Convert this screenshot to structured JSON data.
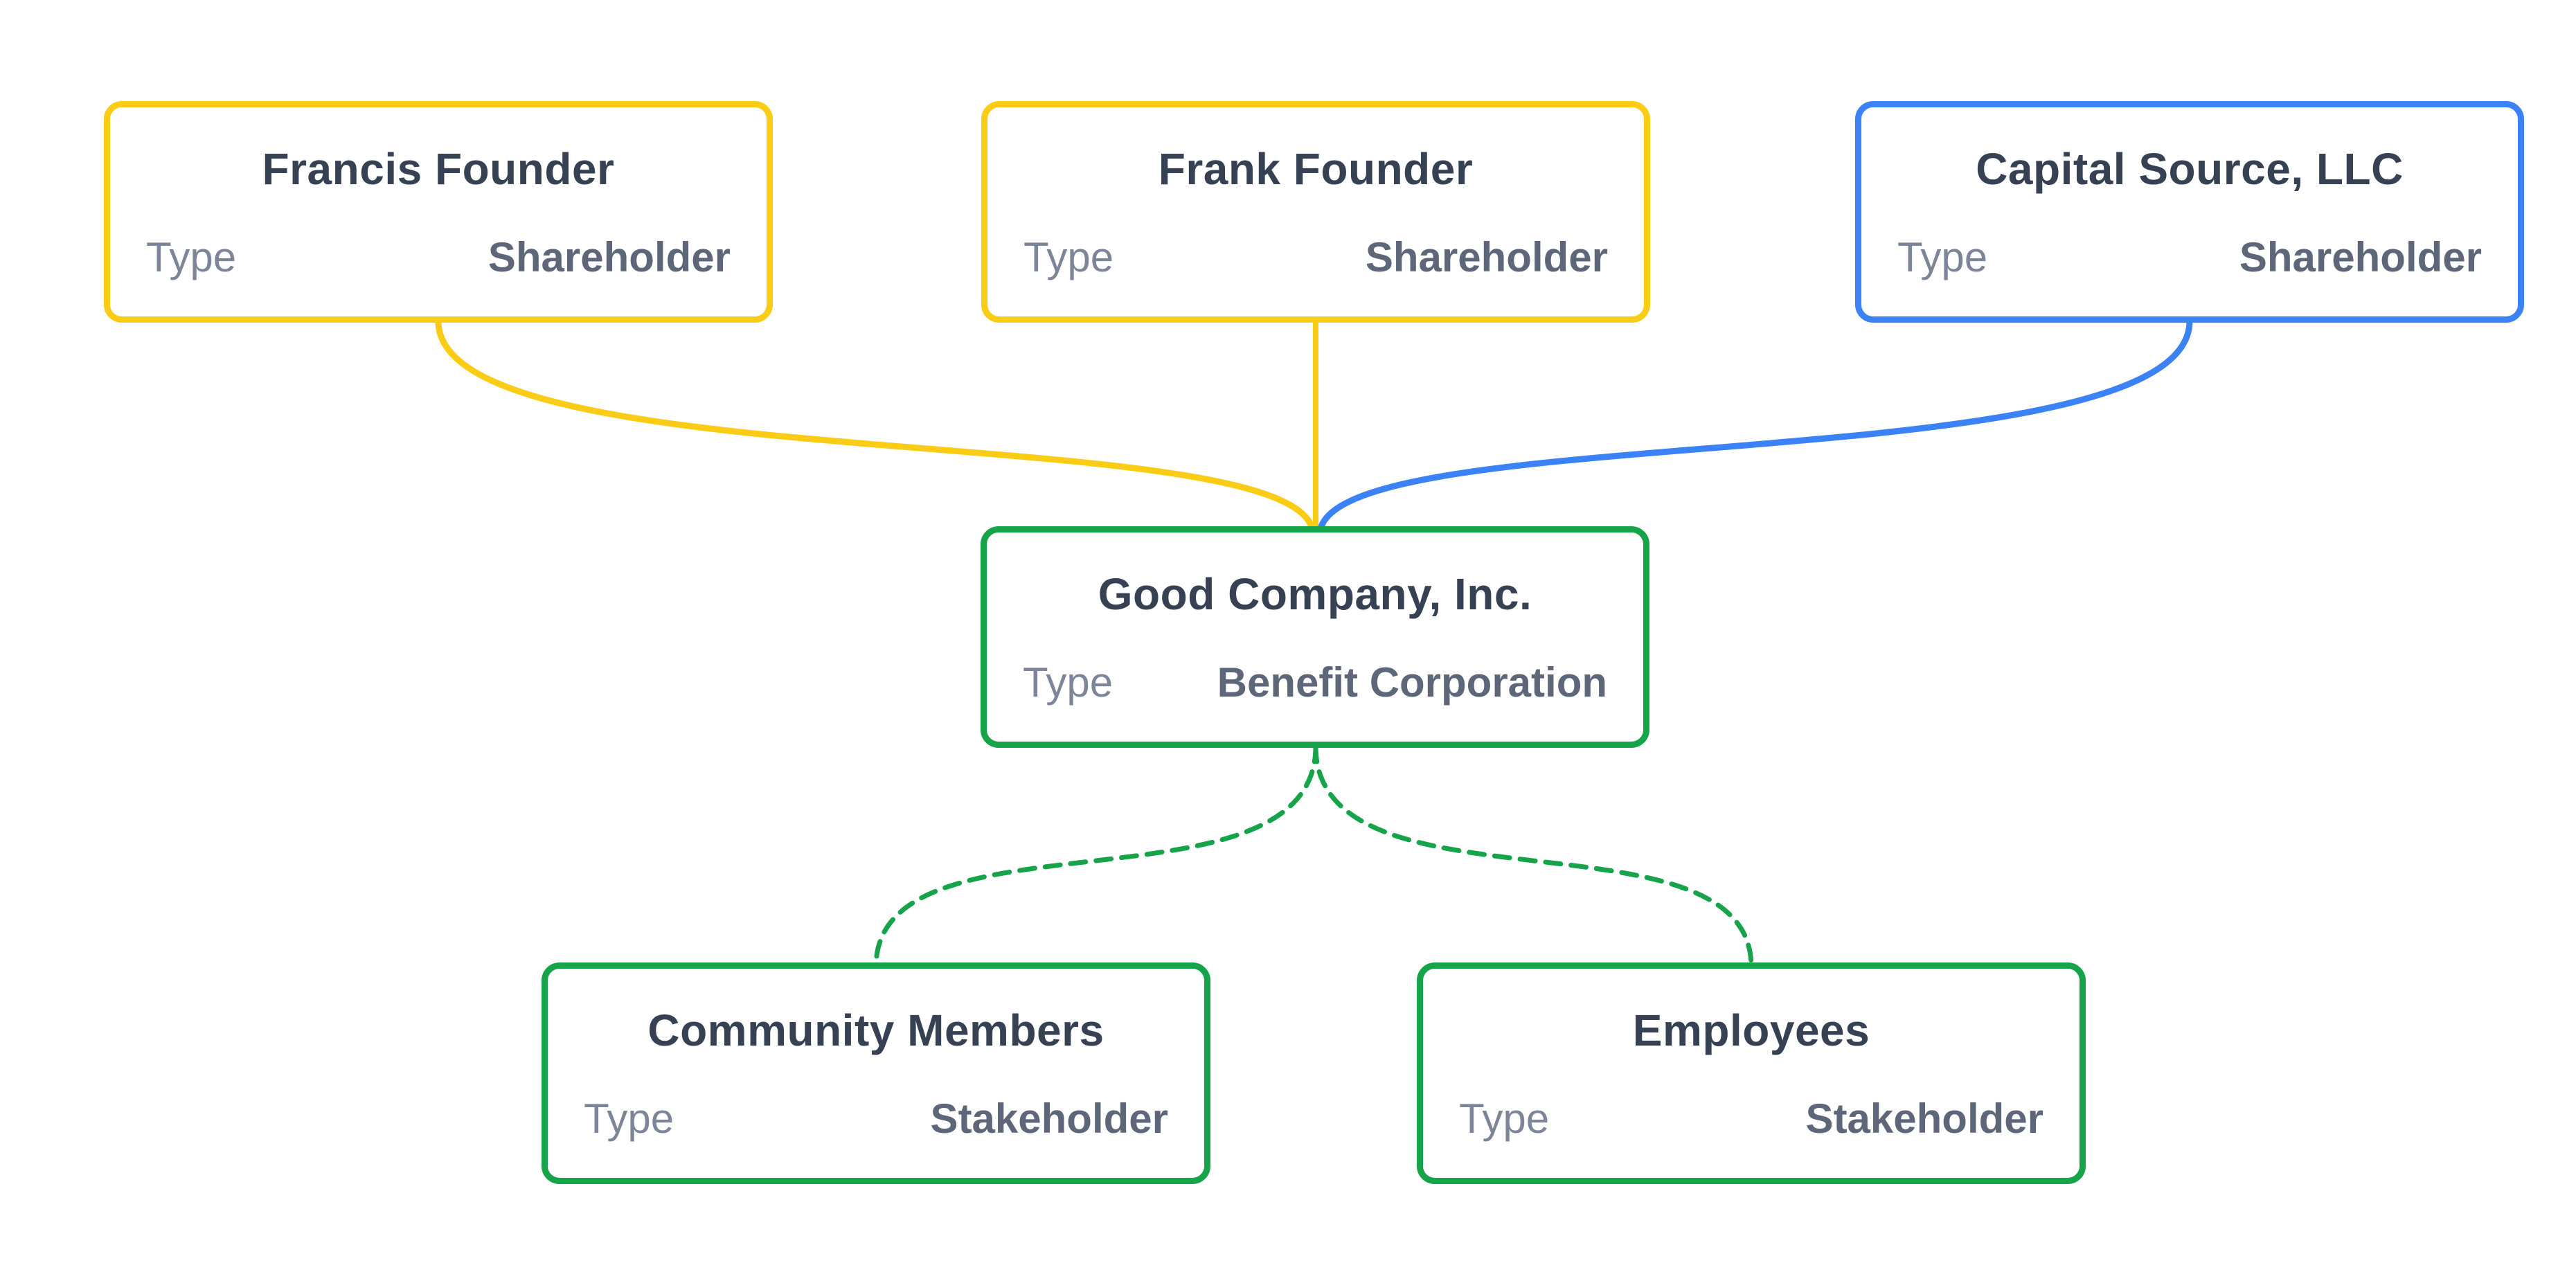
{
  "diagram": {
    "background_color": "#ffffff",
    "colors": {
      "shareholder_person_border": "#facc15",
      "shareholder_entity_border": "#3b82f6",
      "company_border": "#16a34a",
      "stakeholder_border": "#16a34a",
      "title_text": "#364153",
      "label_text": "#7d8698",
      "value_text": "#5d6779"
    },
    "nodes": {
      "francis": {
        "title": "Francis Founder",
        "field_label": "Type",
        "field_value": "Shareholder",
        "border_color": "#facc15"
      },
      "frank": {
        "title": "Frank Founder",
        "field_label": "Type",
        "field_value": "Shareholder",
        "border_color": "#facc15"
      },
      "capital": {
        "title": "Capital Source, LLC",
        "field_label": "Type",
        "field_value": "Shareholder",
        "border_color": "#3b82f6"
      },
      "good": {
        "title": "Good Company, Inc.",
        "field_label": "Type",
        "field_value": "Benefit Corporation",
        "border_color": "#16a34a"
      },
      "community": {
        "title": "Community Members",
        "field_label": "Type",
        "field_value": "Stakeholder",
        "border_color": "#16a34a"
      },
      "employees": {
        "title": "Employees",
        "field_label": "Type",
        "field_value": "Stakeholder",
        "border_color": "#16a34a"
      }
    },
    "edges": [
      {
        "from": "Francis Founder",
        "to": "Good Company, Inc.",
        "color": "#facc15",
        "line_style": "solid"
      },
      {
        "from": "Frank Founder",
        "to": "Good Company, Inc.",
        "color": "#facc15",
        "line_style": "solid"
      },
      {
        "from": "Capital Source, LLC",
        "to": "Good Company, Inc.",
        "color": "#3b82f6",
        "line_style": "solid"
      },
      {
        "from": "Good Company, Inc.",
        "to": "Community Members",
        "color": "#16a34a",
        "line_style": "dashed"
      },
      {
        "from": "Good Company, Inc.",
        "to": "Employees",
        "color": "#16a34a",
        "line_style": "dashed"
      }
    ]
  }
}
